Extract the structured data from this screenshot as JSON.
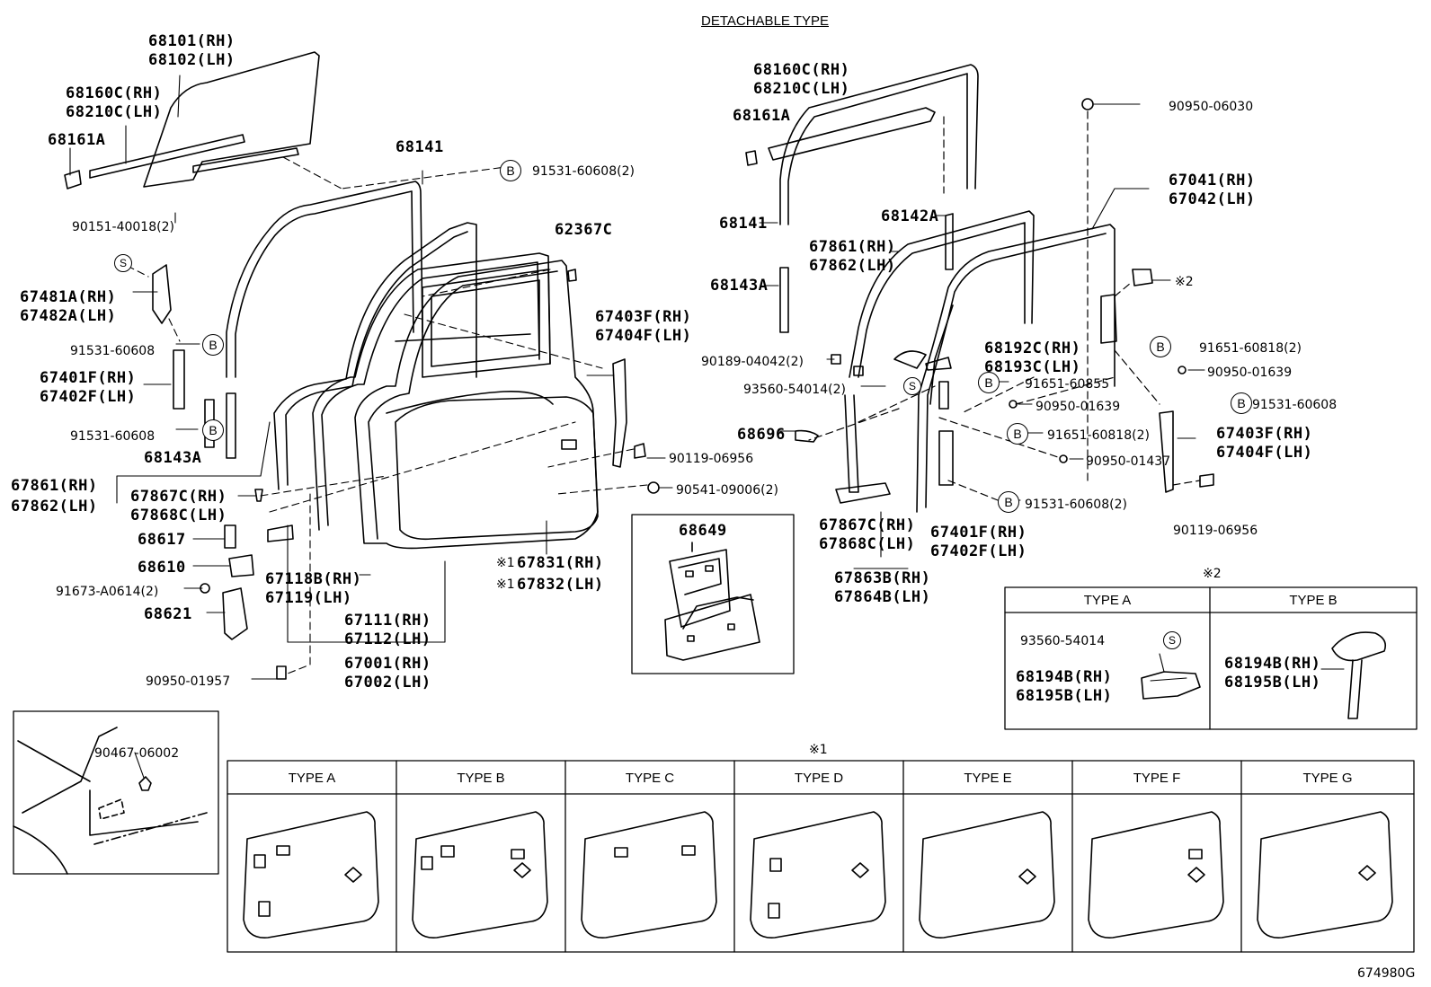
{
  "title": "DETACHABLE TYPE",
  "drawing_code": "674980G",
  "markers": {
    "bolt": "B",
    "screw": "S",
    "note1": "※1",
    "note2": "※2"
  },
  "labels": {
    "p68101": "68101(RH)",
    "p68102": "68102(LH)",
    "p68160c_l": "68160C(RH)",
    "p68210c_l": "68210C(LH)",
    "p68161a_l": "68161A",
    "p68141_l": "68141",
    "p91531_top": "91531-60608(2)",
    "p90151": "90151-40018(2)",
    "p62367c": "62367C",
    "p67481a": "67481A(RH)",
    "p67482a": "67482A(LH)",
    "p91531_a": "91531-60608",
    "p67401f_l": "67401F(RH)",
    "p67402f_l": "67402F(LH)",
    "p91531_b": "91531-60608",
    "p68143a_l": "68143A",
    "p67861_l": "67861(RH)",
    "p67862_l": "67862(LH)",
    "p67867c_l": "67867C(RH)",
    "p67868c_l": "67868C(LH)",
    "p67403f_m": "67403F(RH)",
    "p67404f_m": "67404F(LH)",
    "p90119_m": "90119-06956",
    "p90541": "90541-09006(2)",
    "p68617": "68617",
    "p68610": "68610",
    "p91673": "91673-A0614(2)",
    "p68621": "68621",
    "p67118b": "67118B(RH)",
    "p67119": "67119(LH)",
    "p67111": "67111(RH)",
    "p67112": "67112(LH)",
    "p67001": "67001(RH)",
    "p67002": "67002(LH)",
    "p90950_01957": "90950-01957",
    "p67831": "67831(RH)",
    "p67832": "67832(LH)",
    "p68649": "68649",
    "p68160c_r": "68160C(RH)",
    "p68210c_r": "68210C(LH)",
    "p68161a_r": "68161A",
    "p68141_r": "68141",
    "p68143a_r": "68143A",
    "p68142a": "68142A",
    "p67861_r": "67861(RH)",
    "p67862_r": "67862(LH)",
    "p90950_06030": "90950-06030",
    "p67041": "67041(RH)",
    "p67042": "67042(LH)",
    "p68192c": "68192C(RH)",
    "p68193c": "68193C(LH)",
    "p90189": "90189-04042(2)",
    "p93560_r": "93560-54014(2)",
    "p91651_60855": "91651-60855",
    "p90950_01639_a": "90950-01639",
    "p91651_60818_a": "91651-60818(2)",
    "p90950_01639_b": "90950-01639",
    "p91531_r1": "91531-60608",
    "p68696": "68696",
    "p91651_60818_b": "91651-60818(2)",
    "p90950_01437": "90950-01437",
    "p67403f_r": "67403F(RH)",
    "p67404f_r": "67404F(LH)",
    "p91531_r2": "91531-60608(2)",
    "p90119_r": "90119-06956",
    "p67867c_r": "67867C(RH)",
    "p67868c_r": "67868C(LH)",
    "p67401f_r": "67401F(RH)",
    "p67402f_r": "67402F(LH)",
    "p67863b": "67863B(RH)",
    "p67864b": "67864B(LH)",
    "p90467": "90467-06002"
  },
  "type_table_2": {
    "columns": [
      "TYPE A",
      "TYPE B"
    ],
    "typeA_screw": "93560-54014",
    "typeA_rh": "68194B(RH)",
    "typeA_lh": "68195B(LH)",
    "typeB_rh": "68194B(RH)",
    "typeB_lh": "68195B(LH)"
  },
  "type_table_1": {
    "columns": [
      "TYPE A",
      "TYPE B",
      "TYPE C",
      "TYPE D",
      "TYPE E",
      "TYPE F",
      "TYPE G"
    ]
  }
}
